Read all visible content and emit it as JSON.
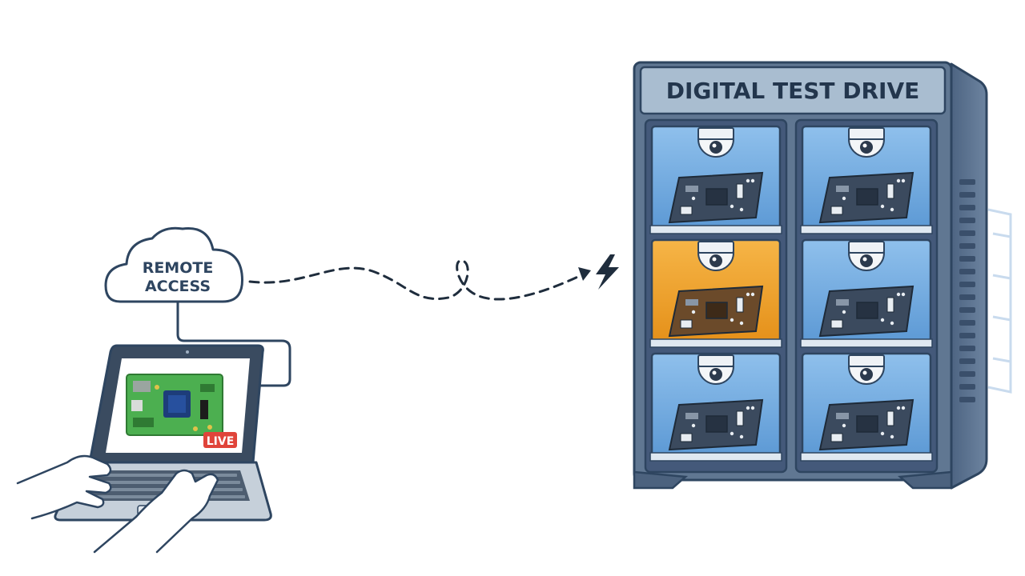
{
  "cloud": {
    "line1": "REMOTE",
    "line2": "ACCESS"
  },
  "laptop": {
    "badge": "LIVE"
  },
  "rack": {
    "title": "DIGITAL TEST DRIVE"
  },
  "colors": {
    "outline": "#2e4560",
    "rack_body": "#5e7591",
    "rack_dark": "#3f5673",
    "bay_blue": "#6fa9df",
    "bay_blue_light": "#9cc6ee",
    "bay_active": "#f0a22b",
    "board": "#3b4a5e",
    "live_badge": "#e0443a",
    "pcb_green": "#4caf50"
  },
  "icons": {
    "connection": "lightning-bolt-icon",
    "camera": "dome-camera-icon",
    "cloud": "cloud-icon"
  },
  "bays": [
    {
      "id": "left-1",
      "active": false
    },
    {
      "id": "left-2",
      "active": true
    },
    {
      "id": "left-3",
      "active": false
    },
    {
      "id": "right-1",
      "active": false
    },
    {
      "id": "right-2",
      "active": false
    },
    {
      "id": "right-3",
      "active": false
    }
  ]
}
